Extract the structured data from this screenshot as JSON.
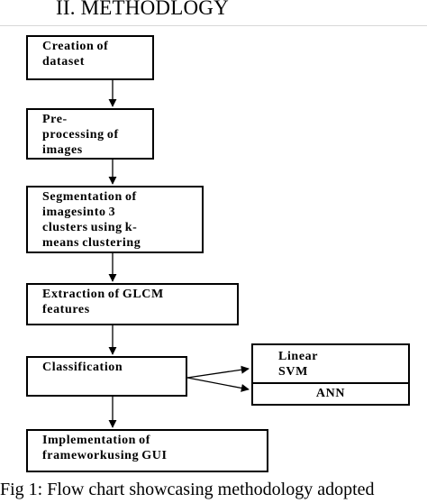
{
  "heading": "II. METHODLOGY",
  "steps": [
    {
      "lines": [
        "Creation of",
        "dataset"
      ]
    },
    {
      "lines": [
        "Pre-",
        "processing of",
        "images"
      ]
    },
    {
      "lines": [
        "Segmentation of",
        "imagesinto 3",
        "clusters using k-",
        "means clustering"
      ]
    },
    {
      "lines": [
        "Extraction of GLCM",
        "features"
      ]
    },
    {
      "lines": [
        "Classification"
      ]
    },
    {
      "lines": [
        "Implementation of",
        "frameworkusing GUI"
      ]
    }
  ],
  "classifiers": {
    "top_lines": [
      "Linear",
      "SVM"
    ],
    "bottom": "ANN"
  },
  "caption": "Fig 1: Flow chart showcasing methodology adopted"
}
